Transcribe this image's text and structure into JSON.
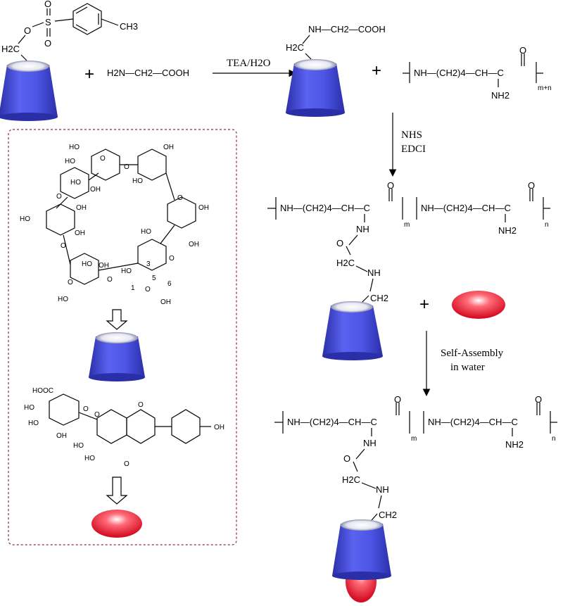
{
  "top_row": {
    "tosyl_ch3": "CH3",
    "tosyl_h2c": "H2C",
    "tosyl_o": "O",
    "tosyl_s": "S",
    "tosyl_o_up": "O",
    "tosyl_o_down": "O",
    "plus1": "+",
    "glycine": "H2N—CH2—COOH",
    "arrow_label": "TEA/H2O",
    "product_nh": "NH—CH2—COOH",
    "product_h2c": "H2C",
    "plus2": "+",
    "polylysine_main": "NH—(CH2)4—CH—C",
    "polylysine_o": "O",
    "polylysine_nh2": "NH2",
    "polylysine_sub": "m+n"
  },
  "step2": {
    "reagent1": "NHS",
    "reagent2": "EDCI"
  },
  "conjugate": {
    "block1": "NH—(CH2)4—CH—C",
    "block1_o": "O",
    "block1_sub": "m",
    "block1_nh": "NH",
    "block2": "NH—(CH2)4—CH—C",
    "block2_o": "O",
    "block2_nh2": "NH2",
    "block2_sub": "n",
    "amide_o": "O",
    "linker_h2c": "H2C",
    "linker_nh": "NH",
    "linker_ch2": "CH2",
    "plus3": "+"
  },
  "step3": {
    "label1": "Self-Assembly",
    "label2": "in water"
  },
  "assembly": {
    "block1": "NH—(CH2)4—CH—C",
    "block1_o": "O",
    "block1_sub": "m",
    "block1_nh": "NH",
    "block2": "NH—(CH2)4—CH—C",
    "block2_o": "O",
    "block2_nh2": "NH2",
    "block2_sub": "n",
    "amide_o": "O",
    "linker_h2c": "H2C",
    "linker_nh": "NH",
    "linker_ch2": "CH2"
  },
  "inset": {
    "cd_labels": [
      "HO",
      "O",
      "OH",
      "HO",
      "O",
      "HO",
      "OH",
      "O",
      "OH",
      "HO",
      "O",
      "OH",
      "OH",
      "HO",
      "O",
      "HO",
      "OH",
      "O",
      "HO",
      "O",
      "O",
      "OH",
      "HO",
      "HO",
      "O",
      "OH"
    ],
    "cd_numbers": [
      "3",
      "5",
      "6",
      "1"
    ],
    "flavonoid_cooh": "HOOC",
    "flavonoid_labels": [
      "HO",
      "O",
      "HO",
      "OH",
      "O",
      "O",
      "HO",
      "HO",
      "O",
      "OH"
    ]
  },
  "colors": {
    "cup_blue": "#4d55e6",
    "cup_dark": "#2a2fa8",
    "ellipse_red": "#e0142a",
    "frame_border": "#8b2b2b"
  }
}
